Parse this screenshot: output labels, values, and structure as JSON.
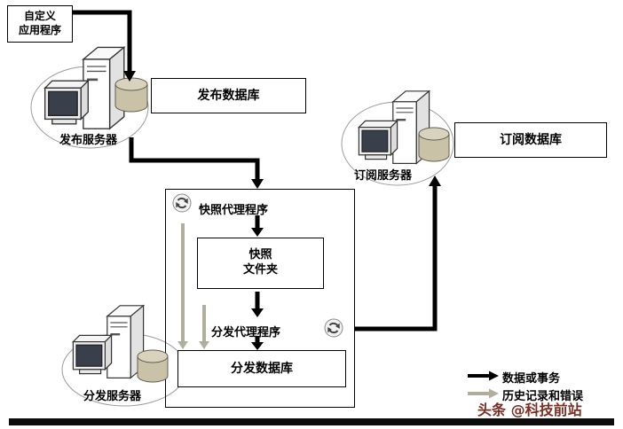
{
  "nodes": {
    "custom_app": {
      "line1": "自定义",
      "line2": "应用程序"
    },
    "publisher": {
      "label": "发布服务器"
    },
    "publish_db": {
      "label": "发布数据库"
    },
    "subscriber": {
      "label": "订阅服务器"
    },
    "subscribe_db": {
      "label": "订阅数据库"
    },
    "distributor": {
      "label": "分发服务器"
    },
    "snapshot_agent": {
      "label": "快照代理程序"
    },
    "snapshot_folder": {
      "line1": "快照",
      "line2": "文件夹"
    },
    "distribution_agent": {
      "label": "分发代理程序"
    },
    "distribution_db": {
      "label": "分发数据库"
    }
  },
  "legend": {
    "black_arrow_label": "数据或事务",
    "gray_arrow_label": "历史记录和错误"
  },
  "watermark": "头条 @科技前站",
  "colors": {
    "arrow_black": "#000000",
    "arrow_gray": "#b0ae9c",
    "cylinder_body": "#c9c2a6",
    "cylinder_top": "#d9d3bd",
    "ellipse_stroke": "#9a9a9a",
    "box_border": "#000000",
    "watermark_red": "#7a2e22"
  },
  "icons": {
    "server_icon": "tower-pc-with-monitor",
    "database_icon": "db-cylinder",
    "agent_icon": "refresh-circular-arrows"
  }
}
